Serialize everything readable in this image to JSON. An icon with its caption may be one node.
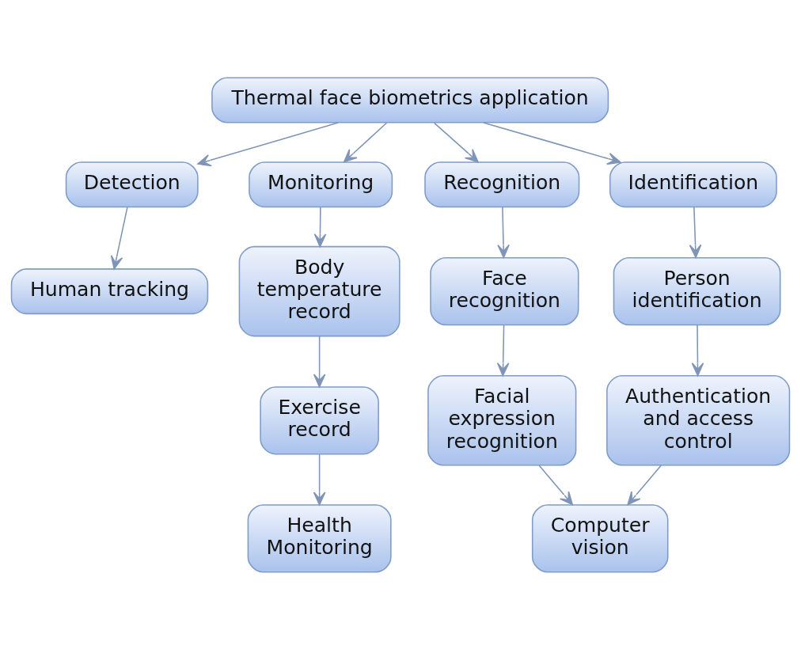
{
  "diagram": {
    "nodes": [
      {
        "text": [
          "Thermal face biometrics application"
        ]
      },
      {
        "text": [
          "Detection"
        ]
      },
      {
        "text": [
          "Monitoring"
        ]
      },
      {
        "text": [
          "Recognition"
        ]
      },
      {
        "text": [
          "Identification"
        ]
      },
      {
        "text": [
          "Human tracking"
        ]
      },
      {
        "text": [
          "Body temperature record"
        ]
      },
      {
        "text": [
          "Face recognition"
        ]
      },
      {
        "text": [
          "Person identification"
        ]
      },
      {
        "text": [
          "Exercise record"
        ]
      },
      {
        "text": [
          "Facial expression recognition"
        ]
      },
      {
        "text": [
          "Authentication and access control"
        ]
      },
      {
        "text": [
          "Health Monitoring"
        ]
      },
      {
        "text": [
          "Computer vision"
        ]
      }
    ],
    "edges": [
      {
        "from": 0,
        "to": 1,
        "arrow": "to"
      },
      {
        "from": 0,
        "to": 2,
        "arrow": "to"
      },
      {
        "from": 0,
        "to": 3,
        "arrow": "to"
      },
      {
        "from": 0,
        "to": 4,
        "arrow": "to"
      },
      {
        "from": 1,
        "to": 5,
        "arrow": "to"
      },
      {
        "from": 2,
        "to": 6,
        "arrow": "to"
      },
      {
        "from": 6,
        "to": 9,
        "arrow": "to"
      },
      {
        "from": 9,
        "to": 12,
        "arrow": "to"
      },
      {
        "from": 3,
        "to": 7,
        "arrow": "to"
      },
      {
        "from": 7,
        "to": 10,
        "arrow": "to"
      },
      {
        "from": 4,
        "to": 8,
        "arrow": "to"
      },
      {
        "from": 8,
        "to": 11,
        "arrow": "to"
      },
      {
        "from": 10,
        "to": 13,
        "arrow": "to"
      },
      {
        "from": 11,
        "to": 13,
        "arrow": "to"
      }
    ]
  }
}
